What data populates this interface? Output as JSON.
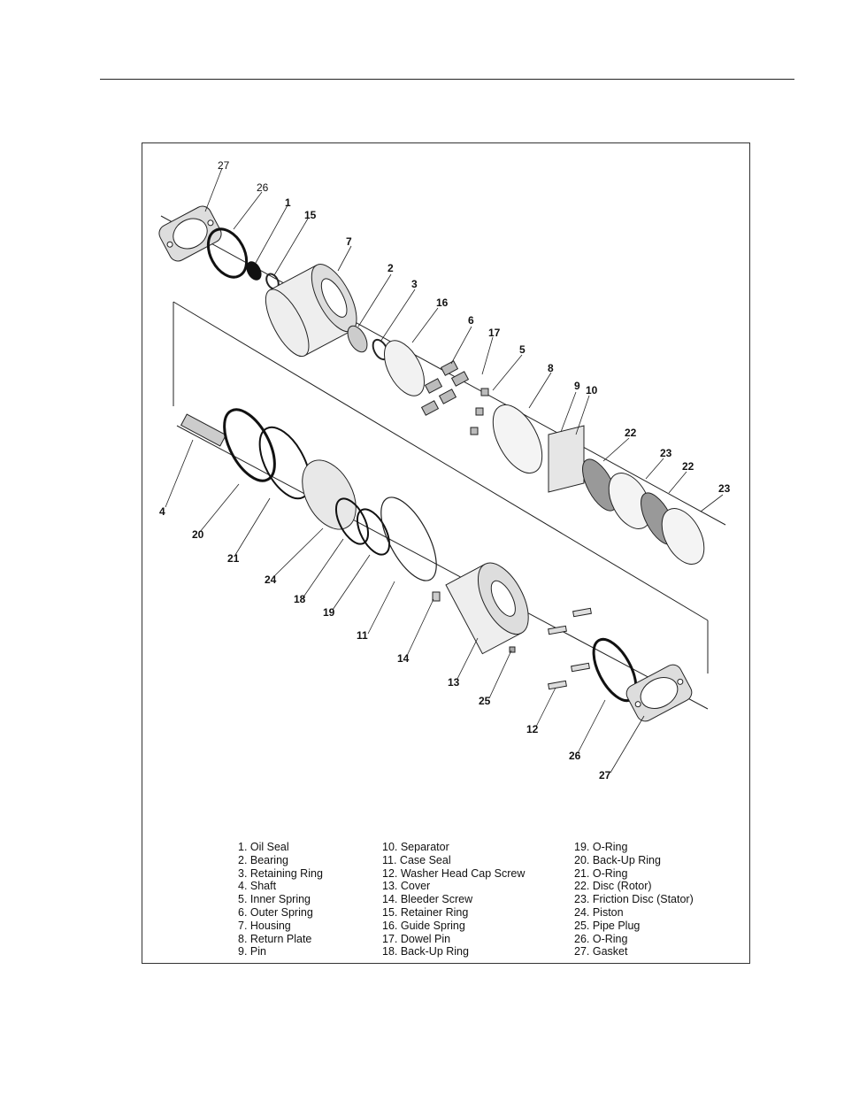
{
  "callouts": [
    {
      "id": "c27a",
      "text": "27"
    },
    {
      "id": "c26a",
      "text": "26"
    },
    {
      "id": "c1",
      "text": "1"
    },
    {
      "id": "c15",
      "text": "15"
    },
    {
      "id": "c7",
      "text": "7"
    },
    {
      "id": "c2",
      "text": "2"
    },
    {
      "id": "c3",
      "text": "3"
    },
    {
      "id": "c16",
      "text": "16"
    },
    {
      "id": "c6",
      "text": "6"
    },
    {
      "id": "c17",
      "text": "17"
    },
    {
      "id": "c5",
      "text": "5"
    },
    {
      "id": "c8",
      "text": "8"
    },
    {
      "id": "c9",
      "text": "9"
    },
    {
      "id": "c10",
      "text": "10"
    },
    {
      "id": "c22a",
      "text": "22"
    },
    {
      "id": "c23a",
      "text": "23"
    },
    {
      "id": "c22b",
      "text": "22"
    },
    {
      "id": "c23b",
      "text": "23"
    },
    {
      "id": "c4",
      "text": "4"
    },
    {
      "id": "c20",
      "text": "20"
    },
    {
      "id": "c21",
      "text": "21"
    },
    {
      "id": "c24",
      "text": "24"
    },
    {
      "id": "c18",
      "text": "18"
    },
    {
      "id": "c19",
      "text": "19"
    },
    {
      "id": "c11",
      "text": "11"
    },
    {
      "id": "c14",
      "text": "14"
    },
    {
      "id": "c13",
      "text": "13"
    },
    {
      "id": "c25",
      "text": "25"
    },
    {
      "id": "c12",
      "text": "12"
    },
    {
      "id": "c26b",
      "text": "26"
    },
    {
      "id": "c27b",
      "text": "27"
    }
  ],
  "legend": {
    "col1": [
      "1. Oil Seal",
      "2. Bearing",
      "3. Retaining Ring",
      "4. Shaft",
      "5. Inner Spring",
      "6. Outer Spring",
      "7. Housing",
      "8. Return Plate",
      "9. Pin"
    ],
    "col2": [
      "10. Separator",
      "11. Case Seal",
      "12. Washer Head Cap Screw",
      "13. Cover",
      "14. Bleeder Screw",
      "15. Retainer Ring",
      "16. Guide Spring",
      "17. Dowel Pin",
      "18. Back-Up Ring"
    ],
    "col3": [
      "19. O-Ring",
      "20. Back-Up Ring",
      "21. O-Ring",
      "22. Disc (Rotor)",
      "23. Friction Disc (Stator)",
      "24. Piston",
      "25. Pipe Plug",
      "26. O-Ring",
      "27. Gasket"
    ]
  }
}
